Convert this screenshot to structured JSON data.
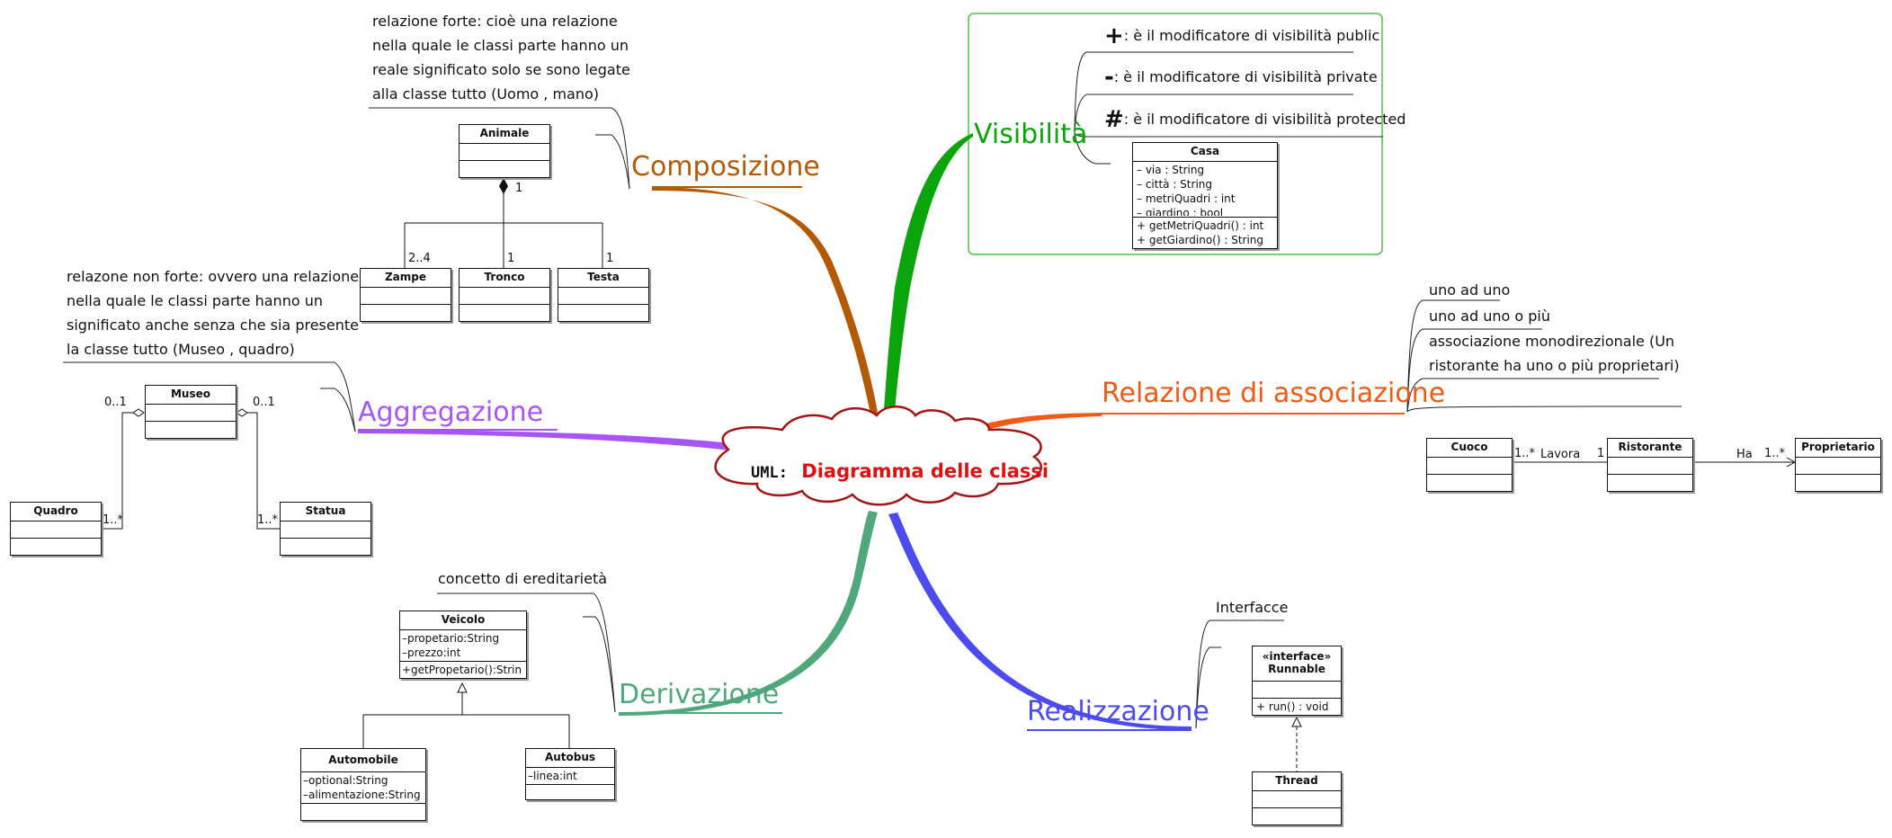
{
  "colors": {
    "composizione": "#b35a05",
    "visibilita": "#0aa50a",
    "associazione": "#f05a14",
    "aggregazione": "#a855f7",
    "derivazione": "#4fa87a",
    "realizzazione": "#4b4bf0",
    "cloud_border": "#a31515",
    "cloud_title": "#e01010",
    "vis_frame": "#4dbf4d"
  },
  "central": {
    "prefix": "UML:",
    "title": "Diagramma delle classi"
  },
  "branches": {
    "composizione": "Composizione",
    "visibilita": "Visibilità",
    "associazione": "Relazione di associazione",
    "aggregazione": "Aggregazione",
    "derivazione": "Derivazione",
    "realizzazione": "Realizzazione"
  },
  "composizione": {
    "note": [
      "relazione forte: cioè una relazione",
      "nella quale le classi parte hanno un",
      "reale significato solo se sono legate",
      "alla classe tutto (Uomo , mano)"
    ],
    "whole": "Animale",
    "whole_mult": "1",
    "parts": [
      {
        "name": "Zampe",
        "mult": "2..4"
      },
      {
        "name": "Tronco",
        "mult": "1"
      },
      {
        "name": "Testa",
        "mult": "1"
      }
    ]
  },
  "aggregazione": {
    "note": [
      "relazone non forte: ovvero una relazione",
      "nella quale le classi parte hanno un",
      "significato anche senza che sia presente",
      "la classe tutto (Museo , quadro)"
    ],
    "whole": "Museo",
    "parts": [
      {
        "name": "Quadro",
        "whole_mult": "0..1",
        "part_mult": "1..*"
      },
      {
        "name": "Statua",
        "whole_mult": "0..1",
        "part_mult": "1..*"
      }
    ]
  },
  "visibilita": {
    "items": [
      {
        "symbol": "+",
        "text": ": è il modificatore di visibilità public"
      },
      {
        "symbol": "-",
        "text": ": è il modificatore di visibilità private"
      },
      {
        "symbol": "#",
        "text": ": è il modificatore di visibilità protected"
      }
    ],
    "class": {
      "name": "Casa",
      "attributes": [
        "– via : String",
        "– città : String",
        "– metriQuadri : int",
        "– giardino : bool"
      ],
      "operations": [
        "+ getMetriQuadri() : int",
        "+ getGiardino() : String"
      ]
    }
  },
  "associazione": {
    "notes": [
      "uno ad uno",
      "uno ad uno o più",
      "associazione monodirezionale (Un",
      "ristorante ha uno o più proprietari)"
    ],
    "classes": [
      "Cuoco",
      "Ristorante",
      "Proprietario"
    ],
    "links": [
      {
        "label": "Lavora",
        "mult_left": "1..*",
        "mult_right": "1"
      },
      {
        "label": "Ha",
        "mult_right": "1..*"
      }
    ]
  },
  "derivazione": {
    "note": "concetto di ereditarietà",
    "parent": {
      "name": "Veicolo",
      "attributes": [
        "–propetario:String",
        "–prezzo:int"
      ],
      "operations": [
        "+getPropetario():Strin"
      ]
    },
    "children": [
      {
        "name": "Automobile",
        "attributes": [
          "–optional:String",
          "–alimentazione:String"
        ]
      },
      {
        "name": "Autobus",
        "attributes": [
          "–linea:int"
        ]
      }
    ]
  },
  "realizzazione": {
    "note": "Interfacce",
    "interface": {
      "stereotype": "«interface»",
      "name": "Runnable",
      "operations": [
        "+ run() : void"
      ]
    },
    "implementor": "Thread"
  }
}
